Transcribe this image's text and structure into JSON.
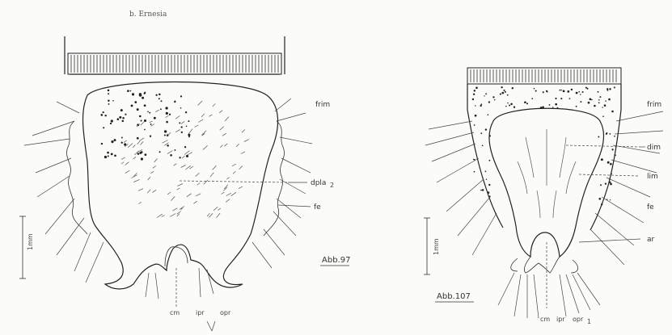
{
  "header": {
    "caption": "b. Ernesia"
  },
  "figure_left": {
    "scale_label": "1mm",
    "fig_label": "Abb.97",
    "labels": {
      "frim": "frim",
      "dpla": "dpla",
      "dpla_sub": "2",
      "fe": "fe",
      "cm": "cm",
      "ipr": "ipr",
      "opr": "opr"
    }
  },
  "figure_right": {
    "scale_label": "1mm",
    "fig_label": "Abb.107",
    "labels": {
      "frim": "frim",
      "dim": "dim",
      "lim": "lim",
      "fe": "fe",
      "ar": "ar",
      "cm": "cm",
      "ipr": "ipr",
      "opr": "opr",
      "opr_sub": "1"
    }
  }
}
